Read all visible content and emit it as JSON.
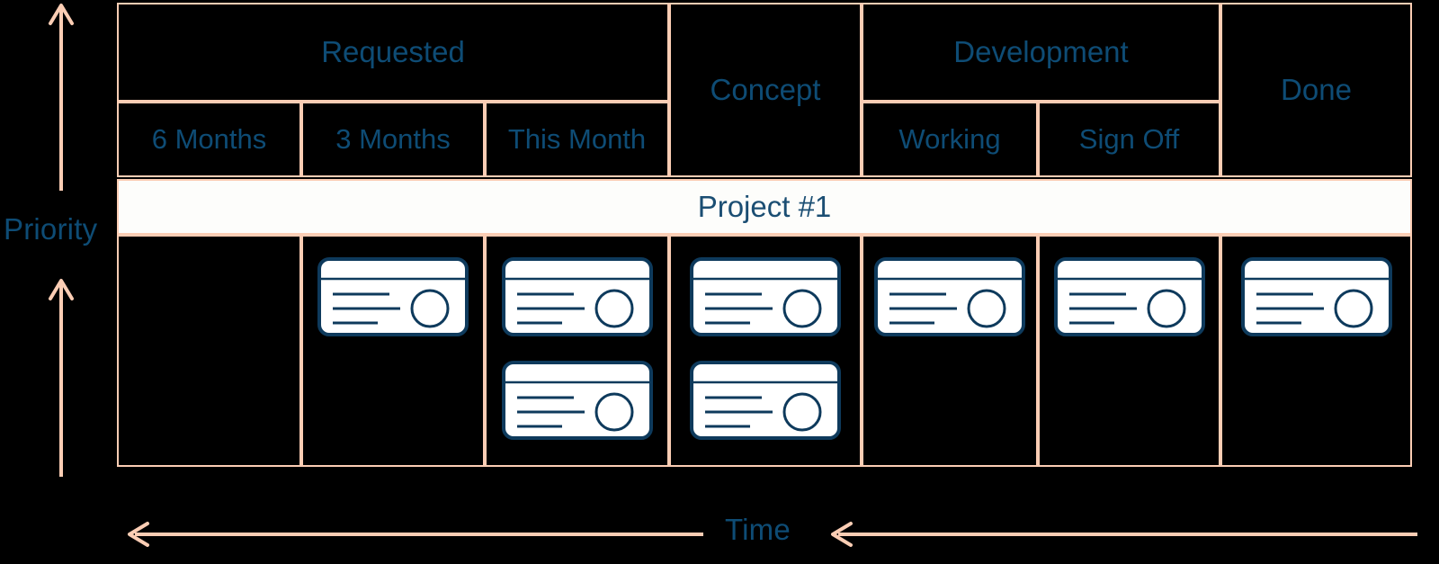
{
  "axes": {
    "y_label": "Priority",
    "x_label": "Time",
    "y_arrow_icon": "arrow-up-icon",
    "x_arrow_icon": "arrow-left-icon"
  },
  "colors": {
    "background": "#000000",
    "grid": "#FBCDB4",
    "text": "#0E4C75",
    "swimlane_bg": "#FDFDFB",
    "card_stroke": "#0E3A5C",
    "card_fill": "#FFFFFF"
  },
  "board": {
    "groups": [
      {
        "label": "Requested",
        "spans_subheaders": 3,
        "full_height": false
      },
      {
        "label": "Concept",
        "spans_subheaders": 1,
        "full_height": true
      },
      {
        "label": "Development",
        "spans_subheaders": 2,
        "full_height": false
      },
      {
        "label": "Done",
        "spans_subheaders": 1,
        "full_height": true
      }
    ],
    "subheaders": [
      {
        "label": "6 Months"
      },
      {
        "label": "3 Months"
      },
      {
        "label": "This Month"
      },
      {
        "label": "Working"
      },
      {
        "label": "Sign Off"
      }
    ],
    "swimlane": {
      "label": "Project #1"
    },
    "columns": [
      {
        "name": "6 Months",
        "card_count": 0
      },
      {
        "name": "3 Months",
        "card_count": 1
      },
      {
        "name": "This Month",
        "card_count": 2
      },
      {
        "name": "Concept",
        "card_count": 2
      },
      {
        "name": "Working",
        "card_count": 1
      },
      {
        "name": "Sign Off",
        "card_count": 1
      },
      {
        "name": "Done",
        "card_count": 1
      }
    ],
    "card": {
      "icon": "task-card-icon",
      "parts": [
        "card-header-divider",
        "text-line-1",
        "text-line-2",
        "text-line-3",
        "avatar-circle"
      ]
    }
  }
}
